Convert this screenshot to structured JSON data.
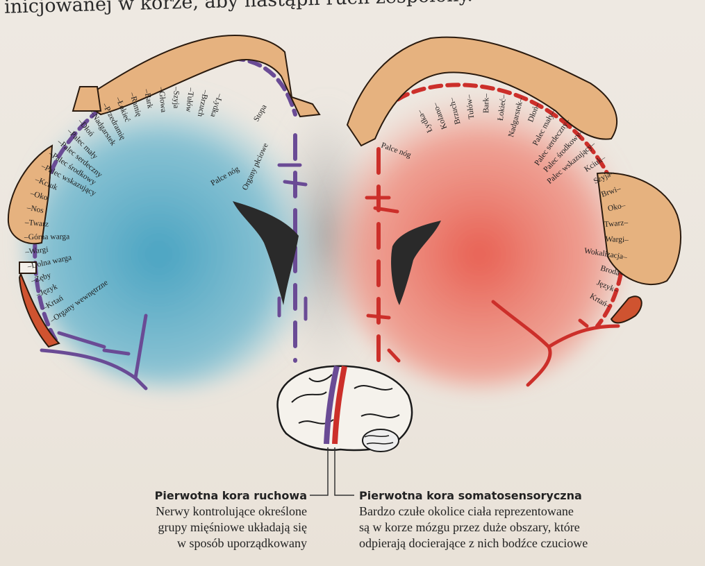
{
  "top_text": "inicjowanej w korze, aby nastąpił ruch zespolony.",
  "motor_labels": [
    "Lydka",
    "Brzuch",
    "Tułów",
    "Szyja",
    "Głowa",
    "Bark",
    "Ramię",
    "Łokieć",
    "Przedramię",
    "Nadgarstek",
    "Dłoń",
    "Palec mały",
    "Palec serdeczny",
    "Palec środkowy",
    "Palec wskazujący",
    "Kciuk",
    "Oko",
    "Nos",
    "Twarz",
    "Górna warga",
    "Wargi",
    "Dolna warga",
    "Zęby",
    "Język",
    "Krtań",
    "Organy wewnętrzne"
  ],
  "motor_labels_side": [
    "Stopa",
    "Palce nóg",
    "Organy płciowe"
  ],
  "sensory_labels": [
    "Łydka",
    "Kolano",
    "Brzuch",
    "Tułów",
    "Bark",
    "Łokieć",
    "Nadgarstek",
    "Dłoń",
    "Palec mały",
    "Palec serdeczny",
    "Palec środkowy",
    "Palec wskazujący",
    "Kciuk",
    "Szyja",
    "Brwi",
    "Oko",
    "Twarz",
    "Wargi",
    "Wokalizacja",
    "Broda",
    "Język",
    "Krtań"
  ],
  "sensory_labels_side": [
    "Palce nóg"
  ],
  "captions": {
    "motor_title": "Pierwotna kora ruchowa",
    "motor_lines": [
      "Nerwy kontrolujące określone",
      "grupy mięśniowe układają się",
      "w sposób uporządkowany"
    ],
    "sensory_title": "Pierwotna kora somatosensoryczna",
    "sensory_lines": [
      "Bardzo czułe okolice ciała reprezentowane",
      "są w korze mózgu przez duże obszary, które",
      "odpierają docierające z nich bodźce czuciowe"
    ]
  },
  "colors": {
    "motor_arc": "#6a4b95",
    "motor_glow": "#5aaec7",
    "sensory_arc": "#cc2f2a",
    "sensory_glow": "#ec7060",
    "skin": "#e6b27f"
  }
}
